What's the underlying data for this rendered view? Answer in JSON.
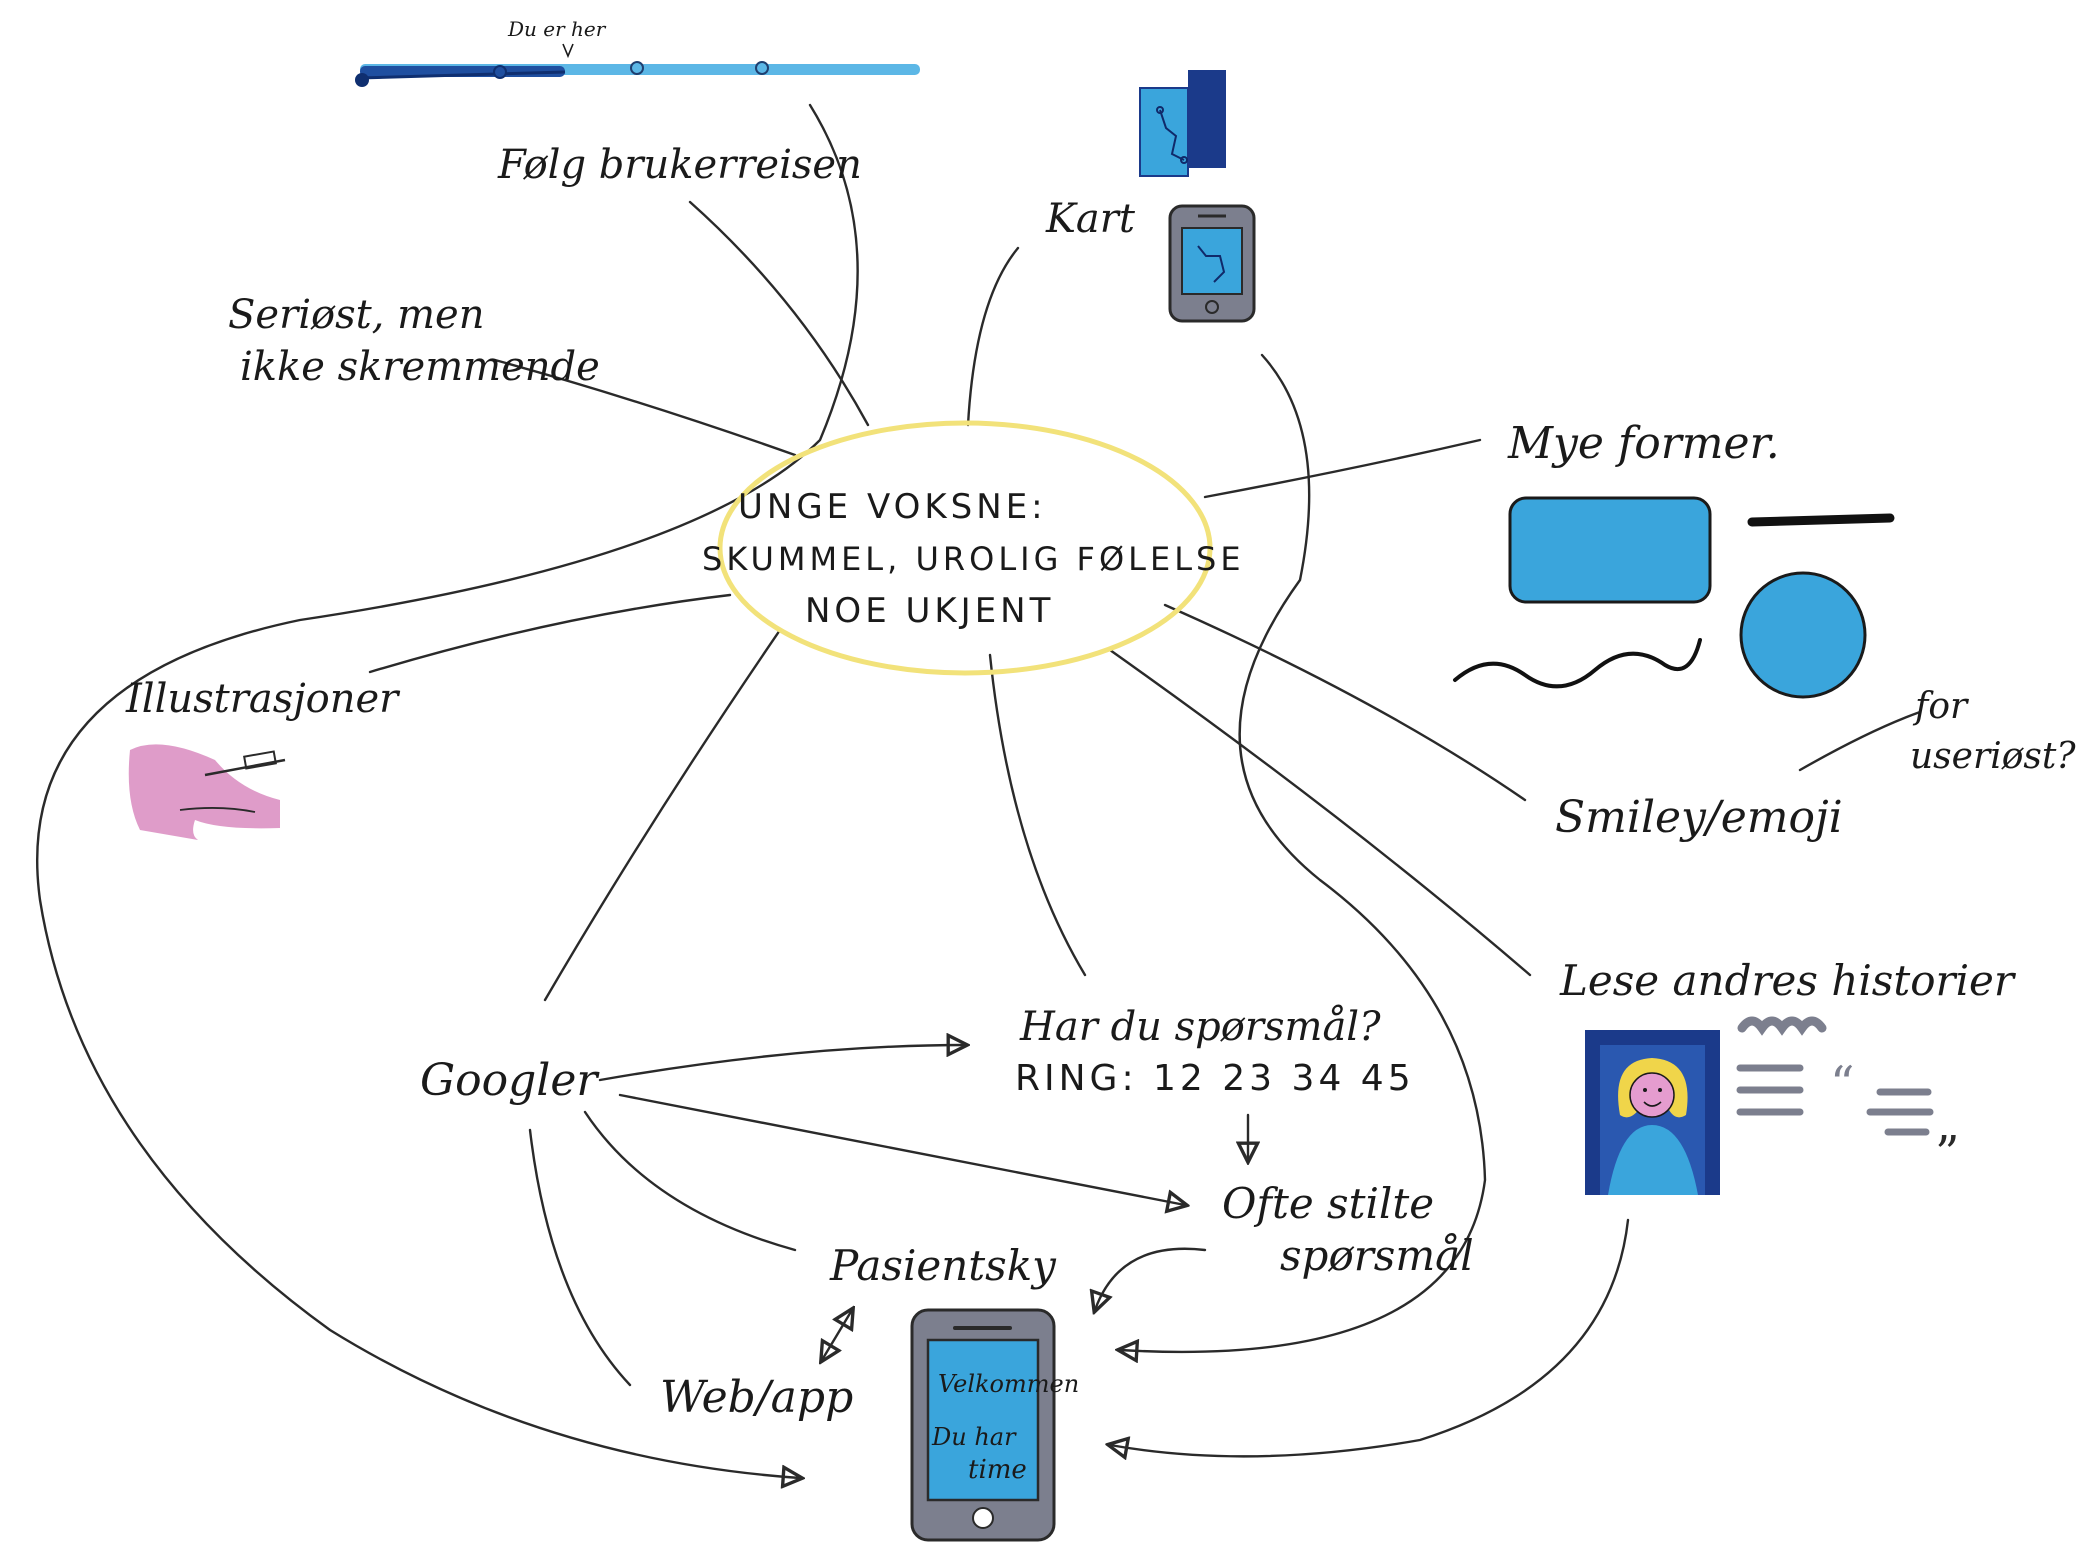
{
  "colors": {
    "ink": "#1a1a1a",
    "blue_light": "#3aa5dc",
    "blue_dark": "#1f4fa0",
    "navy": "#1b3a8a",
    "yellow": "#f2e27a",
    "pink": "#d98bbf",
    "gray": "#7c7f8e"
  },
  "journey": {
    "here_label": "Du er her"
  },
  "center": {
    "line1": "UNGE VOKSNE:",
    "line2": "SKUMMEL, UROLIG FØLELSE",
    "line3": "NOE UKJENT"
  },
  "nodes": {
    "follow_journey": "Følg brukerreisen",
    "serious_line1": "Seriøst, men",
    "serious_line2": "ikke skremmende",
    "map": "Kart",
    "shapes": "Mye former.",
    "illustrations": "Illustrasjoner",
    "smiley": "Smiley/emoji",
    "unserious_line1": "for",
    "unserious_line2": "useriøst?",
    "questions_line1": "Har du spørsmål?",
    "questions_line2": "RING: 12 23 34 45",
    "stories": "Lese andres historier",
    "google": "Googler",
    "faq_line1": "Ofte stilte",
    "faq_line2": "spørsmål",
    "patient_cloud": "Pasientsky",
    "web_app": "Web/app"
  },
  "phone": {
    "line1": "Velkommen",
    "line2": "Du har",
    "line3": "time"
  },
  "icons": {
    "journey": "progress-timeline-icon",
    "map": "folded-map-icon",
    "phone": "smartphone-icon",
    "illustration": "injection-arm-icon",
    "portrait": "person-portrait-icon",
    "quote": "quote-text-icon"
  }
}
